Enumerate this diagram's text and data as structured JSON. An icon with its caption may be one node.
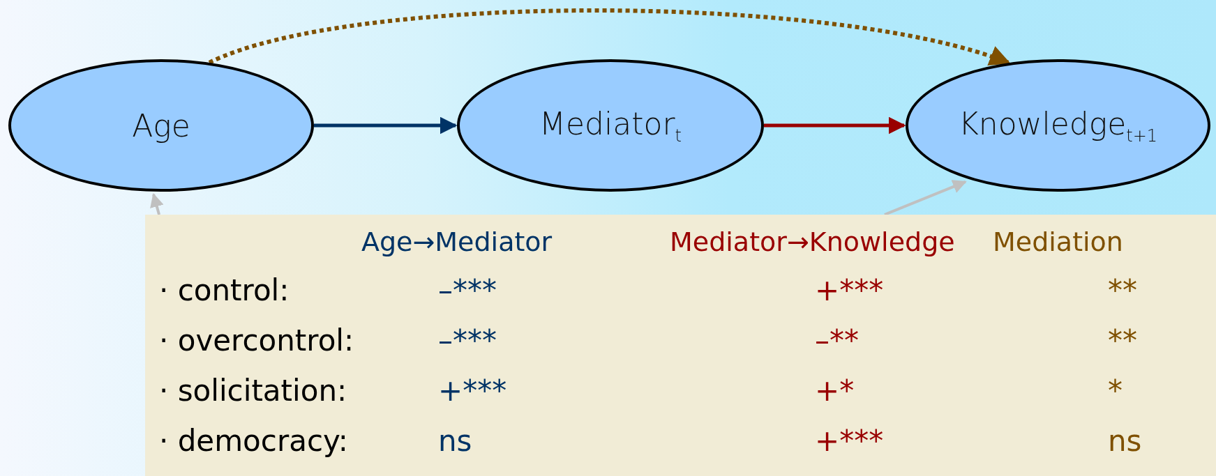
{
  "diagram": {
    "nodes": [
      {
        "text": [
          "Age"
        ]
      },
      {
        "text": [
          "Mediator$_{t}$"
        ]
      },
      {
        "text": [
          "Knowledge$_{t+1}$"
        ]
      }
    ],
    "edges": [
      {
        "from": 0,
        "to": 1,
        "arrow": "to",
        "color": "#003366"
      },
      {
        "from": 1,
        "to": 2,
        "arrow": "to",
        "color": "#990000"
      },
      {
        "from": 0,
        "to": 2,
        "arrow": "to",
        "style": "dashed",
        "color": "#7f5000"
      },
      {
        "from": null,
        "to": 0,
        "arrow": "to",
        "color": "#c0c0c0"
      },
      {
        "from": null,
        "to": 2,
        "arrow": "to",
        "color": "#c0c0c0"
      }
    ],
    "labels": [
      "Age→Mediator",
      "Mediator→Knowledge",
      "Mediation",
      "· control:",
      "–***",
      "+***",
      "**",
      "· overcontrol:",
      "–***",
      "–**",
      "**",
      "· solicitation:",
      "+***",
      "+*",
      "*",
      "· democracy:",
      "ns",
      "+***",
      "ns"
    ]
  }
}
